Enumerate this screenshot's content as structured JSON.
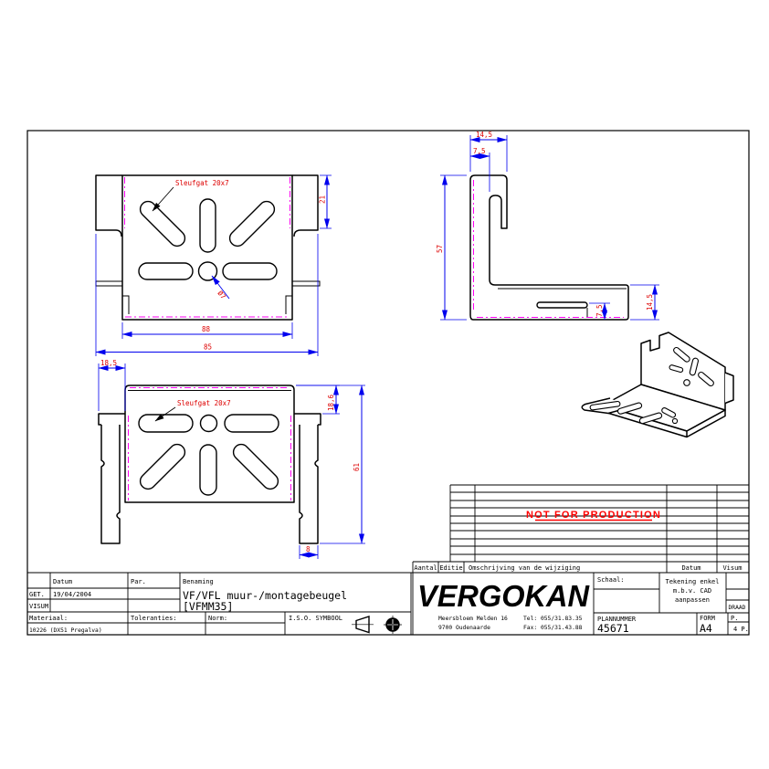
{
  "colors": {
    "geometry": "#000000",
    "dimension_lines": "#0000ee",
    "dimension_text": "#dd0000",
    "bend_lines": "#ff00f2",
    "warning": "#ff0000"
  },
  "front_view": {
    "slot_label": "Sleufgat 20x7",
    "hole_label": "Ø7",
    "dim_plate_width": "88",
    "dim_overall_width": "85",
    "dim_flap_height": "21"
  },
  "side_view": {
    "dim_hook_depth": "14,5",
    "dim_fold_gap": "7,5",
    "dim_height": "57",
    "dim_arm_height": "14,5",
    "dim_tab_height": "7,5"
  },
  "bottom_view": {
    "slot_label": "Sleufgat 20x7",
    "dim_wing_width": "18,5",
    "dim_edge_offset": "18,6",
    "dim_total_height": "61",
    "dim_leg_width": "8"
  },
  "watermark": {
    "text": "NOT FOR PRODUCTION"
  },
  "revision_table": {
    "col_aantal": "Aantal",
    "col_editie": "Editie",
    "col_omschrijving": "Omschrijving van de wijziging",
    "col_datum": "Datum",
    "col_visum": "Visum"
  },
  "title_block": {
    "datum_label": "Datum",
    "par_label": "Par.",
    "benaming_label": "Benaming",
    "get_label": "GET.",
    "get_date": "19/04/2004",
    "visum_label": "VISUM",
    "name_line1": "VF/VFL muur-/montagebeugel",
    "name_line2": "[VFMM35]",
    "materiaal_label": "Materiaal:",
    "materiaal_value": "10226 (DX51 Pregalva)",
    "toleranties_label": "Toleranties:",
    "norm_label": "Norm:",
    "iso_label": "I.S.O. SYMBOOL"
  },
  "company_block": {
    "logo": "VERGOKAN",
    "address_line1": "Meersbloem Melden 16",
    "address_line2": "9700 Oudenaarde",
    "tel": "Tel: 055/31.83.35",
    "fax": "Fax: 055/31.43.88",
    "schaal_label": "Schaal:",
    "note_line1": "Tekening enkel",
    "note_line2": "m.b.v. CAD",
    "note_line3": "aanpassen",
    "draad": "DRAAD",
    "plannummer_label": "PLANNUMMER",
    "plannummer_value": "45671",
    "form_label": "FORM",
    "form_value": "A4",
    "p_label": "P.",
    "pages": "4 P."
  }
}
